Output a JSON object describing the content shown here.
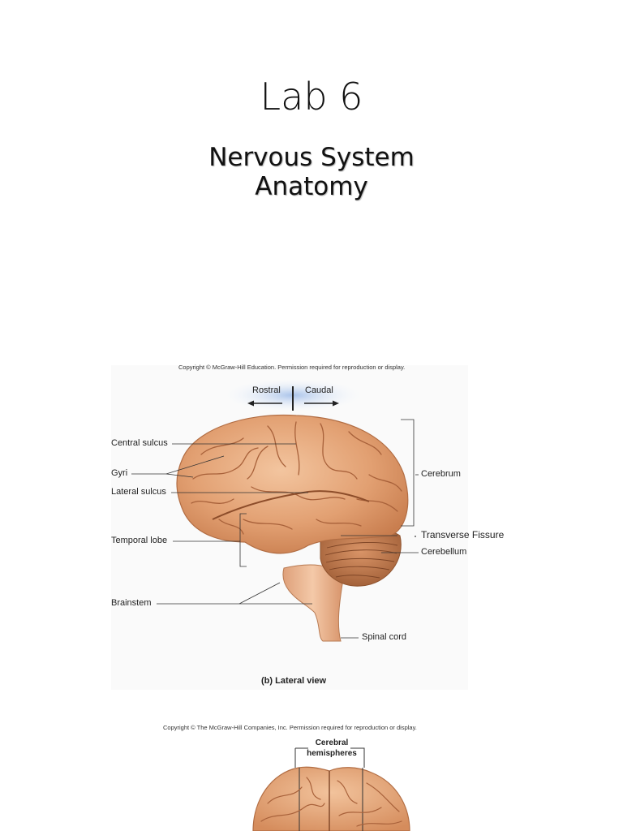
{
  "slide": {
    "title": "Lab 6",
    "subtitle_line1": "Nervous System",
    "subtitle_line2": "Anatomy"
  },
  "figure1": {
    "copyright": "Copyright © McGraw-Hill Education. Permission required for reproduction or display.",
    "rostral": "Rostral",
    "caudal": "Caudal",
    "labels": {
      "central_sulcus": "Central sulcus",
      "gyri": "Gyri",
      "lateral_sulcus": "Lateral sulcus",
      "temporal_lobe": "Temporal lobe",
      "brainstem": "Brainstem",
      "cerebrum": "Cerebrum",
      "transverse_fissure": "Transverse Fissure",
      "cerebellum": "Cerebellum",
      "spinal_cord": "Spinal cord"
    },
    "caption": "(b) Lateral view"
  },
  "figure2": {
    "copyright": "Copyright © The McGraw-Hill Companies, Inc. Permission required for reproduction or display.",
    "label_line1": "Cerebral",
    "label_line2": "hemispheres"
  }
}
